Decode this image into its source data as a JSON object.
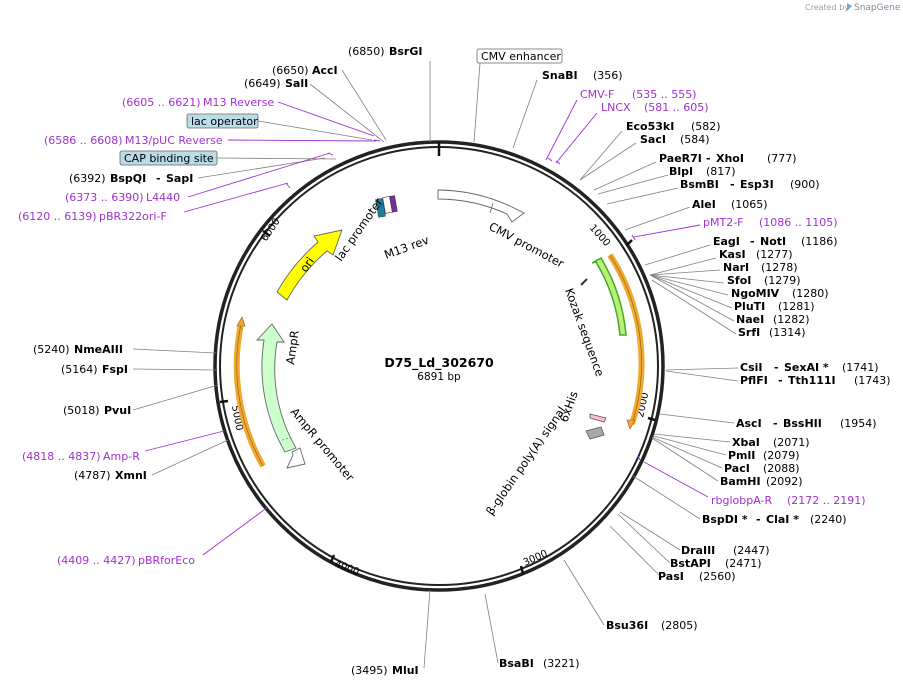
{
  "credit": {
    "prefix": "Created by",
    "brand": "SnapGene"
  },
  "plasmid": {
    "name": "D75_Ld_302670",
    "size": "6891 bp"
  },
  "ticks": [
    "1000",
    "2000",
    "3000",
    "4000",
    "5000",
    "6000"
  ],
  "sites_right": [
    {
      "name": "SnaBI",
      "pos": "(356)"
    },
    {
      "name": "Eco53kI",
      "pos": "(582)"
    },
    {
      "name": "SacI",
      "pos": "(584)"
    },
    {
      "name": "PaeR7I",
      "name2": "XhoI",
      "pos": "(777)"
    },
    {
      "name": "BlpI",
      "pos": "(817)"
    },
    {
      "name": "BsmBI",
      "name2": "Esp3I",
      "pos": "(900)"
    },
    {
      "name": "AleI",
      "pos": "(1065)"
    },
    {
      "name": "EagI",
      "name2": "NotI",
      "pos": "(1186)"
    },
    {
      "name": "KasI",
      "pos": "(1277)"
    },
    {
      "name": "NarI",
      "pos": "(1278)"
    },
    {
      "name": "SfoI",
      "pos": "(1279)"
    },
    {
      "name": "NgoMIV",
      "pos": "(1280)"
    },
    {
      "name": "PluTI",
      "pos": "(1281)"
    },
    {
      "name": "NaeI",
      "pos": "(1282)"
    },
    {
      "name": "SrfI",
      "pos": "(1314)"
    },
    {
      "name": "CsiI",
      "name2": "SexAI *",
      "pos": "(1741)"
    },
    {
      "name": "PflFI",
      "name2": "Tth111I",
      "pos": "(1743)"
    },
    {
      "name": "AscI",
      "name2": "BssHII",
      "pos": "(1954)"
    },
    {
      "name": "XbaI",
      "pos": "(2071)"
    },
    {
      "name": "PmlI",
      "pos": "(2079)"
    },
    {
      "name": "PacI",
      "pos": "(2088)"
    },
    {
      "name": "BamHI",
      "pos": "(2092)"
    },
    {
      "name": "BspDI *",
      "name2": "ClaI *",
      "pos": "(2240)"
    },
    {
      "name": "DraIII",
      "pos": "(2447)"
    },
    {
      "name": "BstAPI",
      "pos": "(2471)"
    },
    {
      "name": "PasI",
      "pos": "(2560)"
    },
    {
      "name": "Bsu36I",
      "pos": "(2805)"
    },
    {
      "name": "BsaBI",
      "pos": "(3221)"
    }
  ],
  "sites_left": [
    {
      "name": "BsrGI",
      "pos": "(6850)"
    },
    {
      "name": "AccI",
      "pos": "(6650)"
    },
    {
      "name": "SalI",
      "pos": "(6649)"
    },
    {
      "name": "BspQI",
      "name2": "SapI",
      "pos": "(6392)"
    },
    {
      "name": "NmeAIII",
      "pos": "(5240)"
    },
    {
      "name": "FspI",
      "pos": "(5164)"
    },
    {
      "name": "PvuI",
      "pos": "(5018)"
    },
    {
      "name": "XmnI",
      "pos": "(4787)"
    },
    {
      "name": "MluI",
      "pos": "(3495)"
    }
  ],
  "primers": [
    {
      "name": "CMV-F",
      "range": "(535 .. 555)"
    },
    {
      "name": "LNCX",
      "range": "(581 .. 605)"
    },
    {
      "name": "pMT2-F",
      "range": "(1086 .. 1105)"
    },
    {
      "name": "rbglobpA-R",
      "range": "(2172 .. 2191)"
    },
    {
      "name": "pBRforEco",
      "range": "(4409 .. 4427)"
    },
    {
      "name": "Amp-R",
      "range": "(4818 .. 4837)"
    },
    {
      "name": "pBR322ori-F",
      "range": "(6120 .. 6139)"
    },
    {
      "name": "L4440",
      "range": "(6373 .. 6390)"
    },
    {
      "name": "M13/pUC Reverse",
      "range": "(6586 .. 6608)"
    },
    {
      "name": "M13 Reverse",
      "range": "(6605 .. 6621)"
    }
  ],
  "boxed_features": [
    {
      "name": "CMV enhancer",
      "color": "#ffffff"
    },
    {
      "name": "lac operator",
      "color": "#b9dce7"
    },
    {
      "name": "CAP binding site",
      "color": "#b9dce7"
    }
  ],
  "features": [
    {
      "name": "CMV promoter",
      "color": "#ffffff"
    },
    {
      "name": "Kozak sequence",
      "color": "#ffffff"
    },
    {
      "name": "6xHis",
      "color": "#f2c6d0"
    },
    {
      "name": "β-globin poly(A) signal",
      "color": "#a9a9a9"
    },
    {
      "name": "AmpR promoter",
      "color": "#ffffff"
    },
    {
      "name": "AmpR",
      "color": "#ccffcc"
    },
    {
      "name": "ori",
      "color": "#ffff00"
    },
    {
      "name": "lac promoter",
      "color": "#ffffff"
    },
    {
      "name": "M13 rev",
      "color": "#ffffff"
    }
  ],
  "colors": {
    "primer": "#a030d0",
    "orf": "#f0a830",
    "ring": "#222222",
    "green_orf": "#44aa22"
  }
}
